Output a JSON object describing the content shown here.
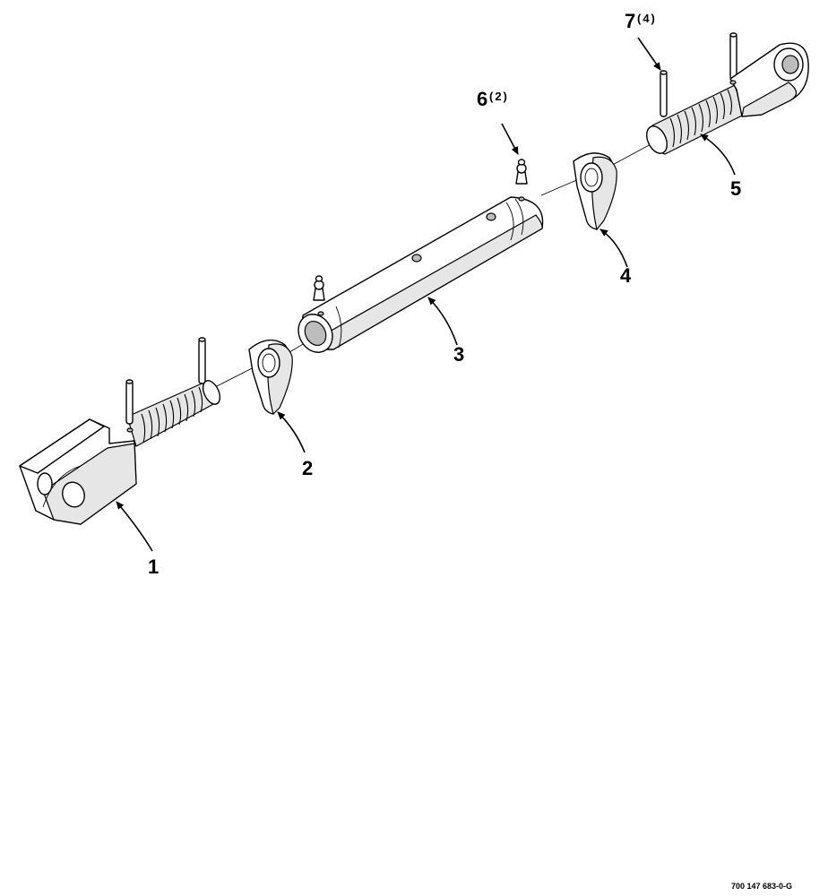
{
  "callouts": [
    {
      "id": "1",
      "number": "1",
      "qty": ""
    },
    {
      "id": "2",
      "number": "2",
      "qty": ""
    },
    {
      "id": "3",
      "number": "3",
      "qty": ""
    },
    {
      "id": "4",
      "number": "4",
      "qty": ""
    },
    {
      "id": "5",
      "number": "5",
      "qty": ""
    },
    {
      "id": "6",
      "number": "6",
      "qty": "(2)"
    },
    {
      "id": "7",
      "number": "7",
      "qty": "(4)"
    }
  ],
  "figure_id": "700 147 683-0-G"
}
